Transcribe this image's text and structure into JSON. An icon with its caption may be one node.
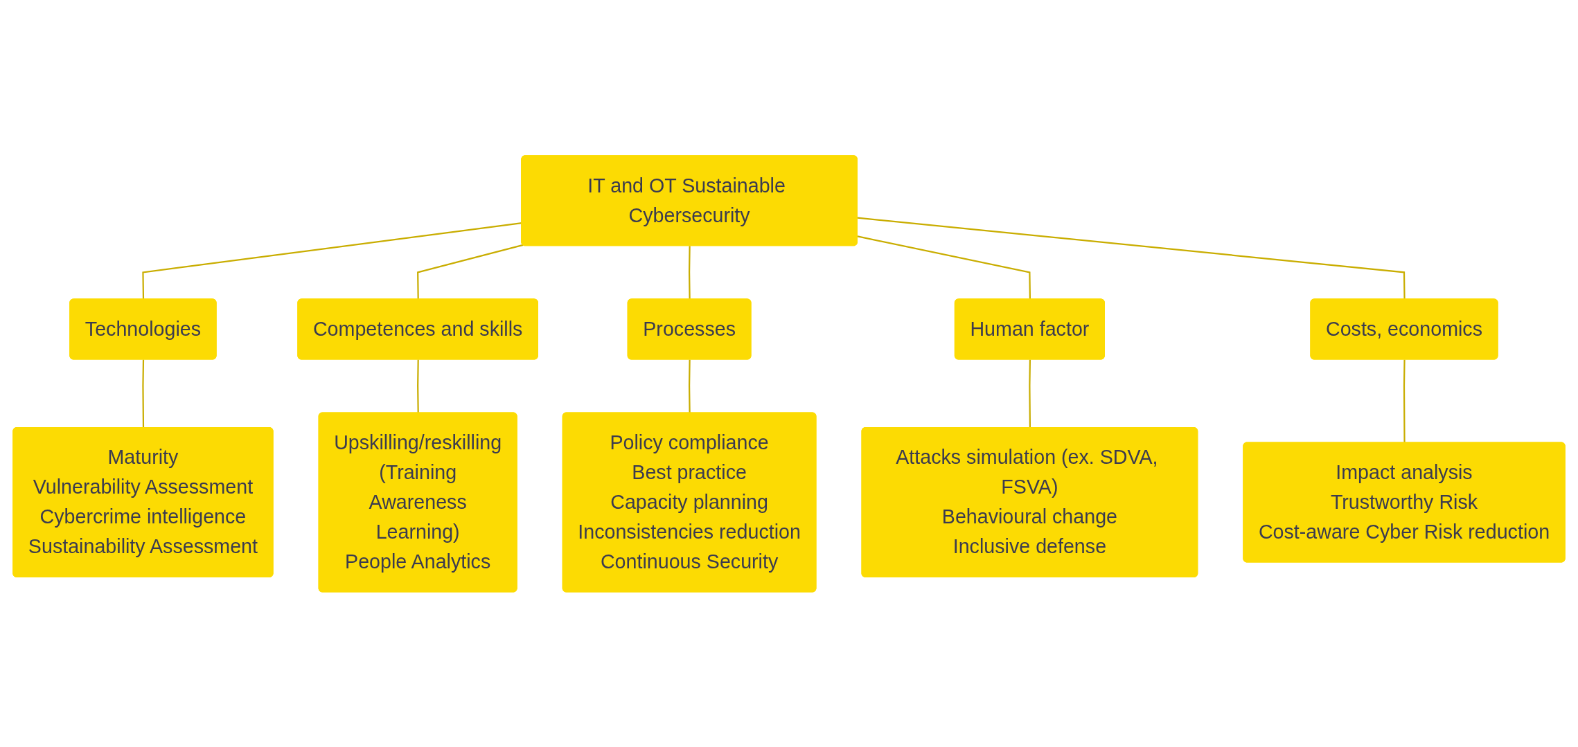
{
  "diagram": {
    "nodes": [
      {
        "text": [
          "IT and OT Sustainable Cybersecurity"
        ]
      },
      {
        "text": [
          "Technologies"
        ]
      },
      {
        "text": [
          "Competences and skills"
        ]
      },
      {
        "text": [
          "Processes"
        ]
      },
      {
        "text": [
          "Human factor"
        ]
      },
      {
        "text": [
          "Costs, economics"
        ]
      },
      {
        "text": [
          "Maturity",
          "Vulnerability Assessment",
          "Cybercrime intelligence",
          "Sustainability Assessment"
        ]
      },
      {
        "text": [
          "Upskilling/reskilling",
          "(Training",
          "Awareness",
          "Learning)",
          "People Analytics"
        ]
      },
      {
        "text": [
          "Policy compliance",
          "Best practice",
          "Capacity planning",
          "Inconsistencies reduction",
          "Continuous Security"
        ]
      },
      {
        "text": [
          "Attacks simulation (ex. SDVA, FSVA)",
          "Behavioural change",
          "Inclusive defense"
        ]
      },
      {
        "text": [
          "Impact analysis",
          "Trustworthy Risk",
          "Cost-aware Cyber Risk reduction"
        ]
      }
    ],
    "edges": [
      {
        "from": 0,
        "to": 1,
        "arrow": "none"
      },
      {
        "from": 0,
        "to": 2,
        "arrow": "none"
      },
      {
        "from": 0,
        "to": 3,
        "arrow": "none"
      },
      {
        "from": 0,
        "to": 4,
        "arrow": "none"
      },
      {
        "from": 0,
        "to": 5,
        "arrow": "none"
      },
      {
        "from": 1,
        "to": 6,
        "arrow": "none"
      },
      {
        "from": 2,
        "to": 7,
        "arrow": "none"
      },
      {
        "from": 3,
        "to": 8,
        "arrow": "none"
      },
      {
        "from": 4,
        "to": 9,
        "arrow": "none"
      },
      {
        "from": 5,
        "to": 10,
        "arrow": "none"
      }
    ]
  }
}
